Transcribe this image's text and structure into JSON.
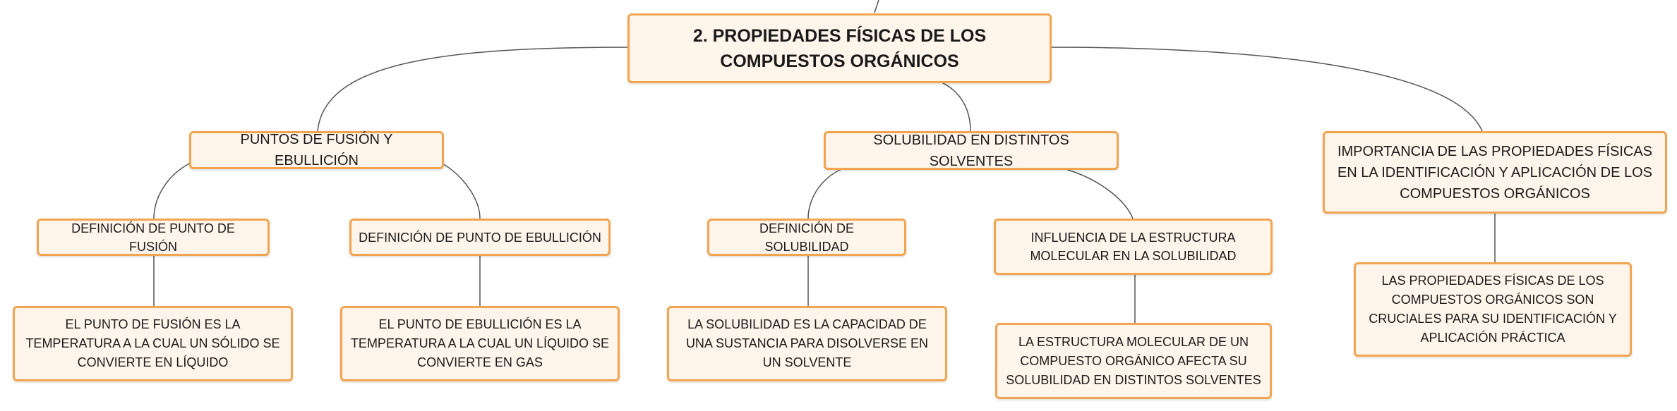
{
  "diagram": {
    "root": {
      "label": "2. PROPIEDADES FÍSICAS DE LOS COMPUESTOS ORGÁNICOS"
    },
    "branches": [
      {
        "label": "PUNTOS DE FUSIÓN Y EBULLICIÓN",
        "children": [
          {
            "label": "DEFINICIÓN DE PUNTO DE FUSIÓN",
            "detail": "EL PUNTO DE FUSIÓN ES LA TEMPERATURA A LA CUAL UN SÓLIDO SE CONVIERTE EN LÍQUIDO"
          },
          {
            "label": "DEFINICIÓN DE PUNTO DE EBULLICIÓN",
            "detail": "EL PUNTO DE EBULLICIÓN ES LA TEMPERATURA A LA CUAL UN LÍQUIDO SE CONVIERTE EN GAS"
          }
        ]
      },
      {
        "label": "SOLUBILIDAD EN DISTINTOS SOLVENTES",
        "children": [
          {
            "label": "DEFINICIÓN DE SOLUBILIDAD",
            "detail": "LA SOLUBILIDAD ES LA CAPACIDAD DE UNA SUSTANCIA PARA DISOLVERSE EN UN SOLVENTE"
          },
          {
            "label": "INFLUENCIA DE LA ESTRUCTURA MOLECULAR EN LA SOLUBILIDAD",
            "detail": "LA ESTRUCTURA MOLECULAR DE UN COMPUESTO ORGÁNICO AFECTA SU SOLUBILIDAD EN DISTINTOS SOLVENTES"
          }
        ]
      },
      {
        "label": "IMPORTANCIA DE LAS PROPIEDADES FÍSICAS EN LA IDENTIFICACIÓN Y APLICACIÓN DE LOS COMPUESTOS ORGÁNICOS",
        "detail": "LAS PROPIEDADES FÍSICAS DE LOS COMPUESTOS ORGÁNICOS SON CRUCIALES PARA SU IDENTIFICACIÓN Y APLICACIÓN PRÁCTICA"
      }
    ]
  },
  "colors": {
    "node_fill": "#fff5ea",
    "node_border": "#f2a451",
    "connector": "#555555"
  }
}
